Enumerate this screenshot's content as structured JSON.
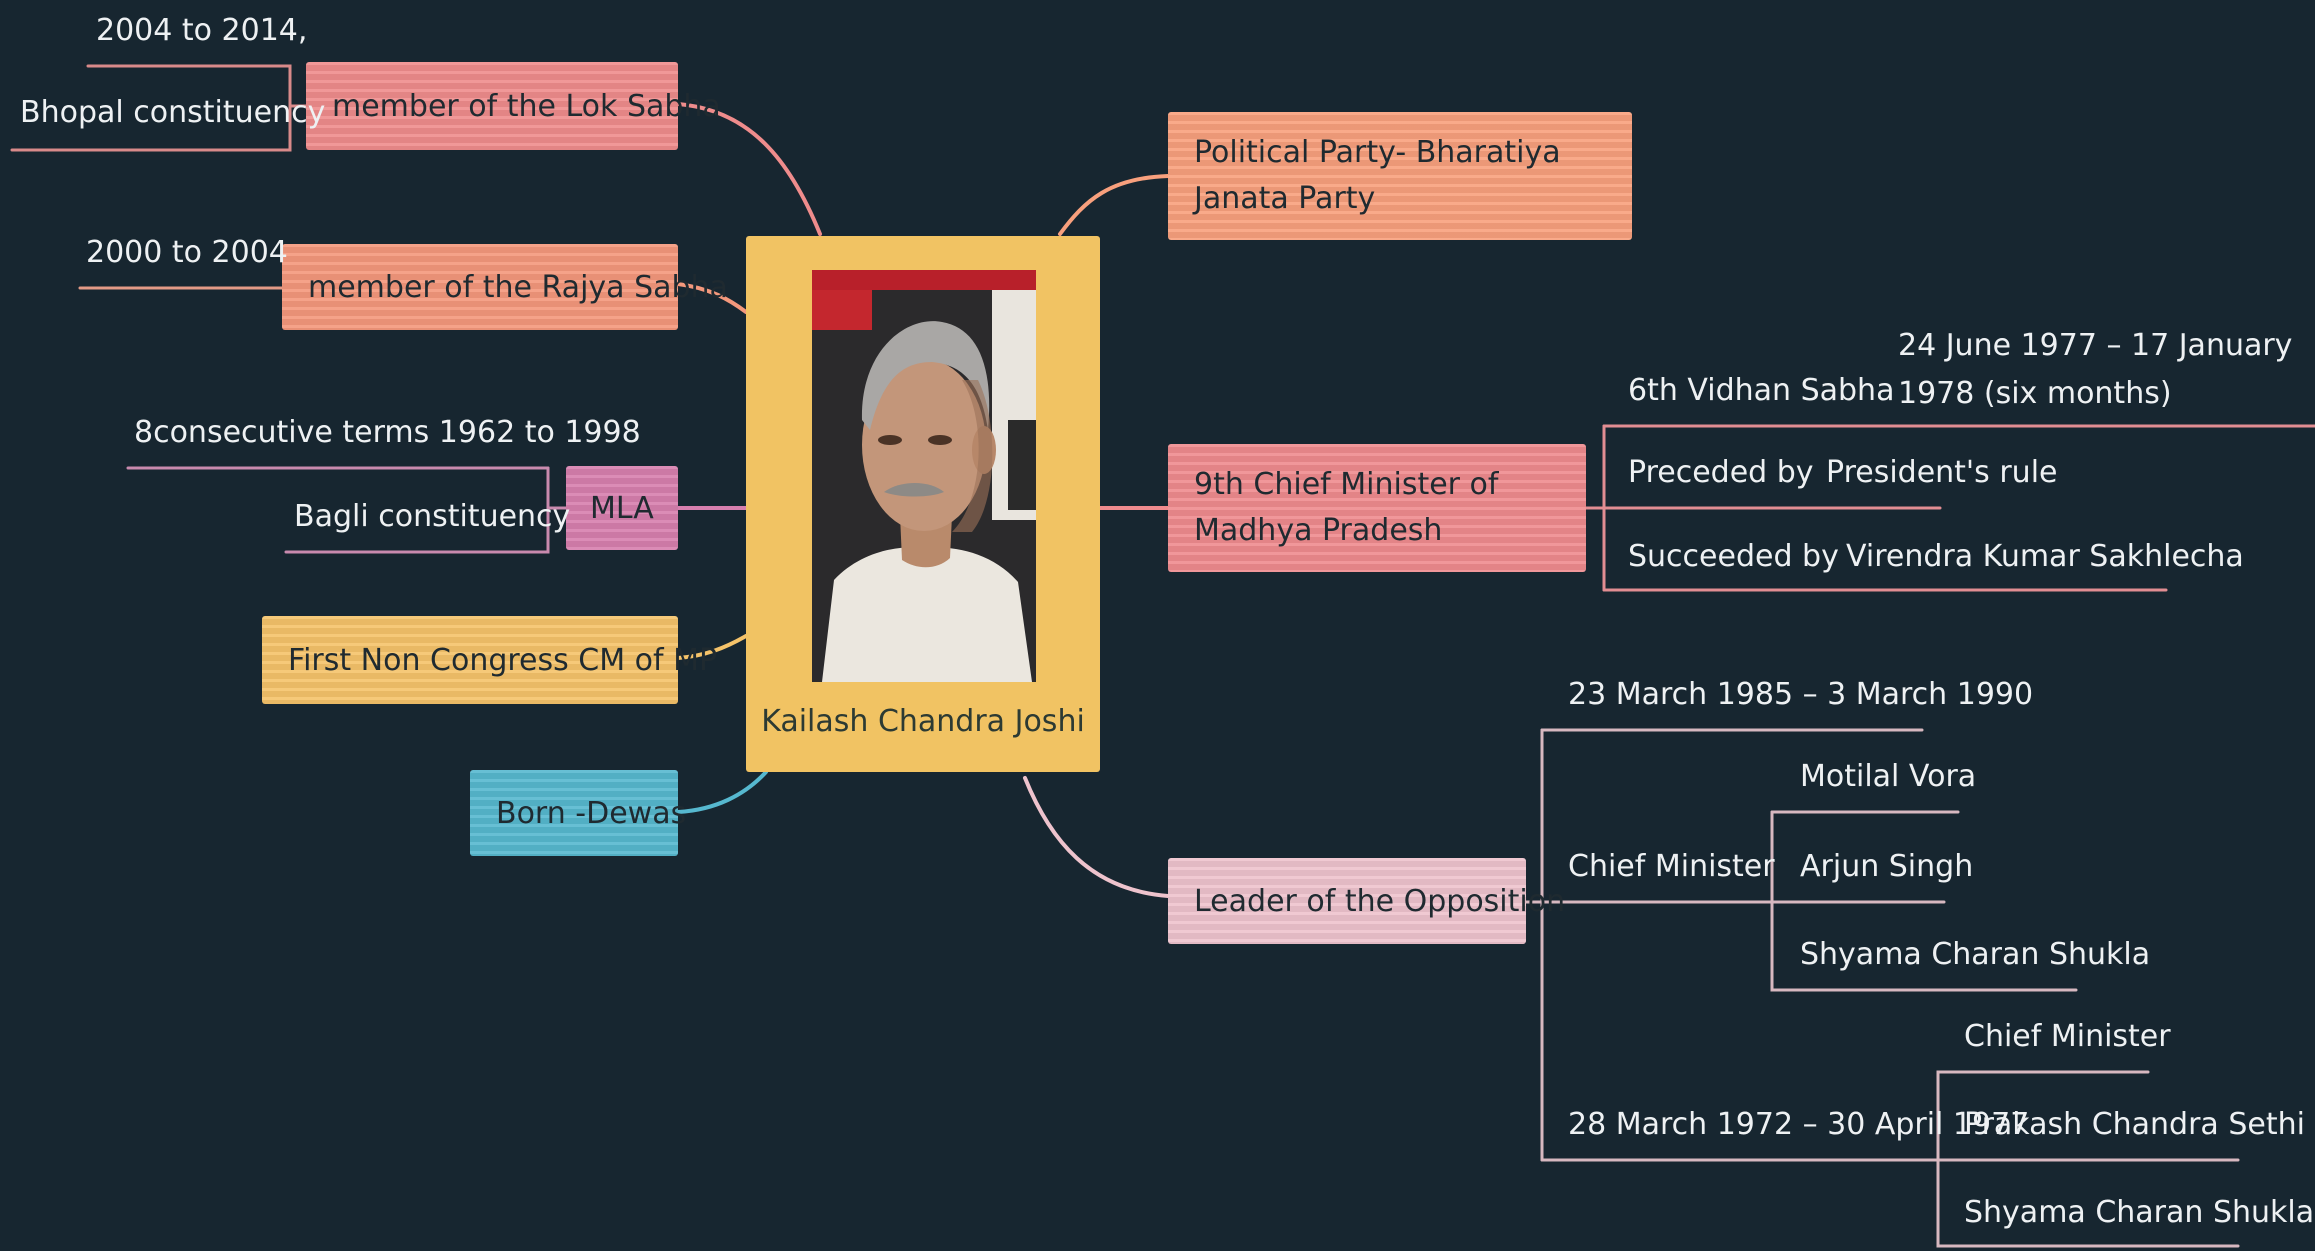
{
  "center": {
    "label": "Kailash Chandra Joshi",
    "photo_alt": "Portrait of Kailash Chandra Joshi"
  },
  "left": {
    "lok_sabha": {
      "label": "member of the Lok Sabha",
      "period": "2004 to 2014,",
      "constituency": "Bhopal constituency"
    },
    "rajya_sabha": {
      "label": "member of the Rajya Sabha",
      "period": "2000 to 2004"
    },
    "mla": {
      "label": "MLA",
      "terms": "8consecutive terms 1962 to 1998",
      "constituency": "Bagli constituency"
    },
    "non_congress": {
      "label": "First Non Congress CM of MP"
    },
    "born": {
      "label": "Born -Dewas"
    }
  },
  "right": {
    "party": {
      "label": "Political Party- Bharatiya Janata Party"
    },
    "chief_minister": {
      "label": "9th Chief Minister of Madhya Pradesh",
      "assembly": "6th Vidhan Sabha",
      "term": "24 June 1977 – 17 January 1978 (six months)",
      "preceded_label": "Preceded by",
      "preceded_value": "President's rule",
      "succeeded_label": "Succeeded by",
      "succeeded_value": "Virendra Kumar Sakhlecha"
    },
    "opposition": {
      "label": "Leader of the Opposition",
      "term1": "23 March 1985 – 3 March 1990",
      "cm_label": "Chief Minister",
      "cm_list": [
        "Motilal Vora",
        "Arjun Singh",
        "Shyama Charan Shukla"
      ],
      "term2": "28 March 1972 – 30 April 1977",
      "cm2_label": "Chief Minister",
      "cm2_list": [
        "Prakash Chandra Sethi",
        "Shyama Charan Shukla"
      ]
    }
  },
  "colors": {
    "background": "#172630",
    "center": "#f1c363",
    "lok_sabha": "#ef8c8c",
    "rajya_sabha": "#f4987c",
    "mla": "#d77fae",
    "non_congress": "#f5c36a",
    "born": "#56b8cf",
    "party": "#f8a07d",
    "chief_minister": "#ef8b8e",
    "opposition": "#eec3cd"
  }
}
